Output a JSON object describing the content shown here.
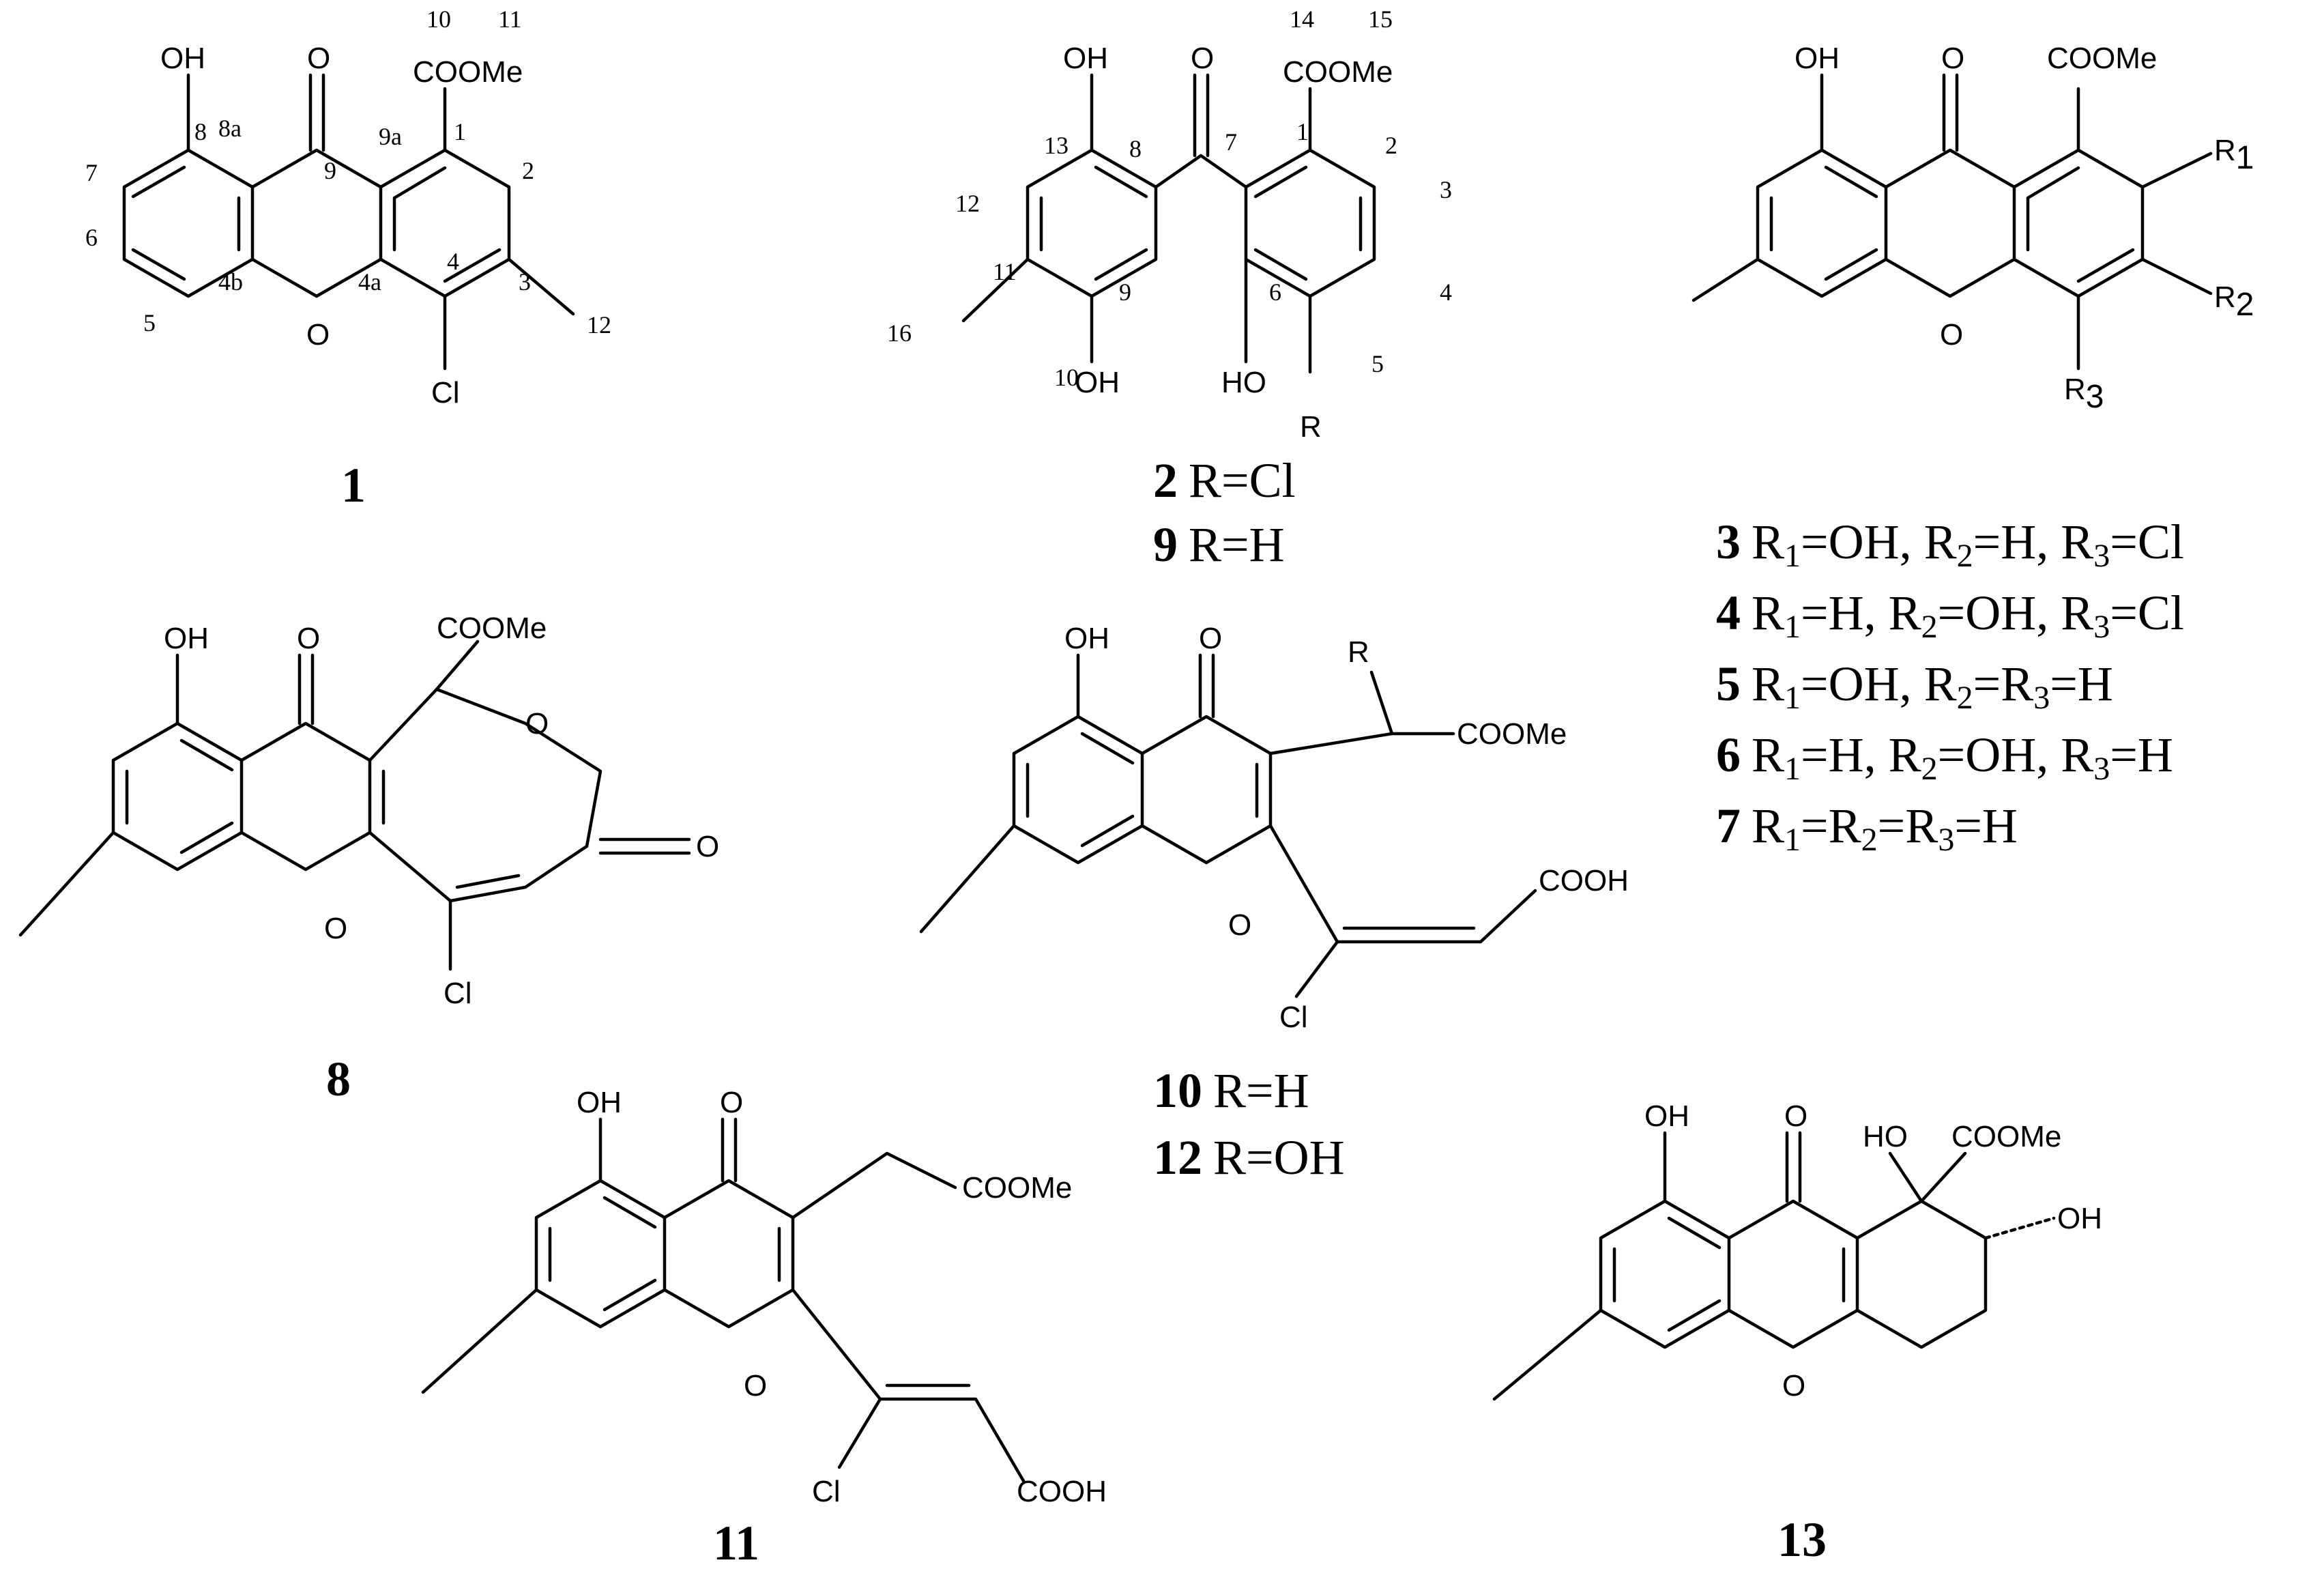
{
  "atoms": {
    "hydroxyl": "OH",
    "hydroxyl_left": "HO",
    "carbonyl_o": "O",
    "ring_o": "O",
    "ester": "COOMe",
    "acid": "COOH",
    "chloro": "Cl",
    "r": "R",
    "r1": "R",
    "r1_sub": "1",
    "r2": "R",
    "r2_sub": "2",
    "r3": "R",
    "r3_sub": "3"
  },
  "locants_1": [
    "1",
    "2",
    "3",
    "4",
    "4a",
    "4b",
    "5",
    "6",
    "7",
    "8",
    "8a",
    "9",
    "9a",
    "10",
    "11",
    "12"
  ],
  "locants_2": [
    "1",
    "2",
    "3",
    "4",
    "5",
    "6",
    "7",
    "8",
    "9",
    "10",
    "11",
    "12",
    "13",
    "14",
    "15",
    "16"
  ],
  "compounds": {
    "c1": "1",
    "c2": "2",
    "c2_sub": "R=Cl",
    "c9": "9",
    "c9_sub": "R=H",
    "c3": "3",
    "c3_sub": [
      "R",
      "1",
      "=OH, R",
      "2",
      "=H, R",
      "3",
      "=Cl"
    ],
    "c4": "4",
    "c4_sub": [
      "R",
      "1",
      "=H, R",
      "2",
      "=OH, R",
      "3",
      "=Cl"
    ],
    "c5": "5",
    "c5_sub": [
      "R",
      "1",
      "=OH, R",
      "2",
      "=R",
      "3",
      "=H"
    ],
    "c6": "6",
    "c6_sub": [
      "R",
      "1",
      "=H, R",
      "2",
      "=OH, R",
      "3",
      "=H"
    ],
    "c7": "7",
    "c7_sub": [
      "R",
      "1",
      "=R",
      "2",
      "=R",
      "3",
      "=H"
    ],
    "c8": "8",
    "c10": "10",
    "c10_sub": "R=H",
    "c12": "12",
    "c12_sub": "R=OH",
    "c11": "11",
    "c13": "13"
  }
}
